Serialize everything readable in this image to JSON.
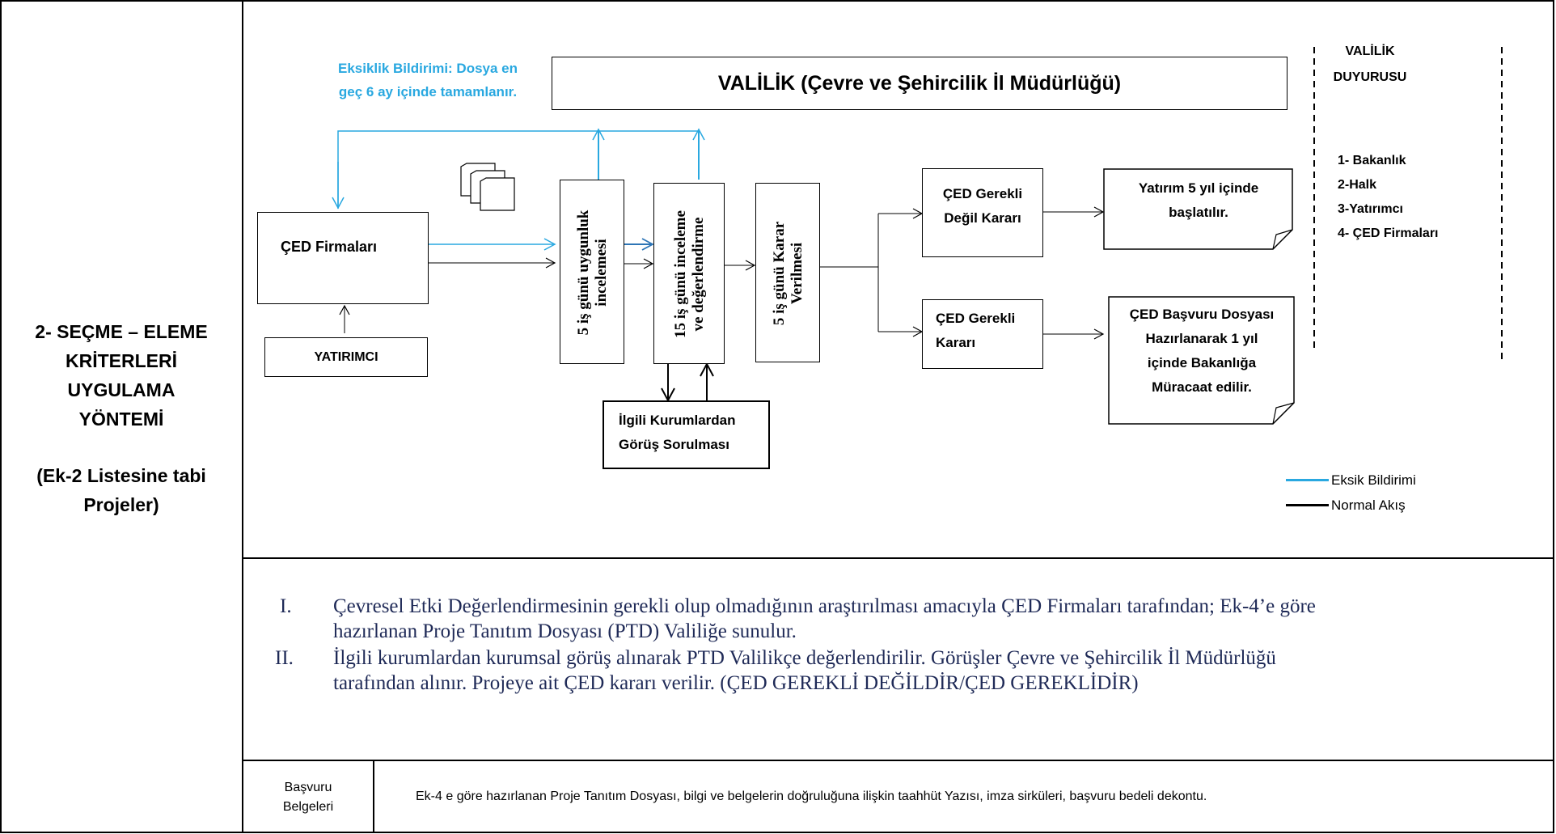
{
  "left_title": {
    "lines": [
      "2- SEÇME – ELEME",
      "KRİTERLERİ",
      "UYGULAMA",
      "YÖNTEMİ"
    ],
    "sub_lines": [
      "(Ek-2 Listesine tabi",
      "Projeler)"
    ]
  },
  "diagram": {
    "eksiklik_note": [
      "Eksiklik Bildirimi: Dosya en",
      "geç 6 ay içinde tamamlanır."
    ],
    "valilik_header": "VALİLİK (Çevre ve Şehircilik İl Müdürlüğü)",
    "ced_firmalari": "ÇED Firmaları",
    "yatirimci": "YATIRIMCI",
    "step1": [
      "5 iş günü uygunluk",
      "incelemesi"
    ],
    "step2": [
      "15 iş günü inceleme",
      "ve değerlendirme"
    ],
    "step3": [
      "5 iş günü Karar",
      "Verilmesi"
    ],
    "kurum_gorus": [
      "İlgili Kurumlardan",
      "Görüş Sorulması"
    ],
    "ced_gerekli_degil": [
      "ÇED Gerekli",
      "Değil Kararı"
    ],
    "ced_gerekli": [
      "ÇED Gerekli",
      "Kararı"
    ],
    "yatirim_note": [
      "Yatırım 5 yıl içinde",
      "başlatılır."
    ],
    "basvuru_note": [
      "ÇED Başvuru Dosyası",
      "Hazırlanarak 1 yıl",
      "içinde Bakanlığa",
      "Müracaat edilir."
    ],
    "duyuru_title": [
      "VALİLİK",
      "DUYURUSU"
    ],
    "duyuru_items": [
      "1- Bakanlık",
      "2-Halk",
      "3-Yatırımcı",
      "4- ÇED Firmaları"
    ],
    "legend": [
      {
        "label": "Eksik Bildirimi",
        "color": "#29a8e0"
      },
      {
        "label": "Normal Akış",
        "color": "#000000"
      }
    ]
  },
  "steps_text": {
    "items": [
      {
        "num": "I.",
        "lines": [
          "Çevresel Etki Değerlendirmesinin gerekli olup olmadığının araştırılması amacıyla ÇED Firmaları tarafından; Ek-4’e göre",
          "hazırlanan Proje Tanıtım Dosyası (PTD) Valiliğe sunulur."
        ]
      },
      {
        "num": "II.",
        "lines": [
          "İlgili kurumlardan kurumsal görüş alınarak PTD Valilikçe değerlendirilir.  Görüşler Çevre ve Şehircilik İl Müdürlüğü",
          "tarafından alınır.  Projeye ait ÇED kararı verilir. (ÇED GEREKLİ DEĞİLDİR/ÇED GEREKLİDİR)"
        ]
      }
    ]
  },
  "documents": {
    "label": [
      "Başvuru",
      "Belgeleri"
    ],
    "text": "Ek-4 e göre hazırlanan Proje Tanıtım Dosyası, bilgi ve belgelerin doğruluğuna ilişkin taahhüt Yazısı, imza sirküleri, başvuru bedeli dekontu."
  },
  "colors": {
    "accent_blue": "#29a8e0",
    "arrow_blue": "#2e75b6",
    "text_navy": "#1f2a57"
  }
}
